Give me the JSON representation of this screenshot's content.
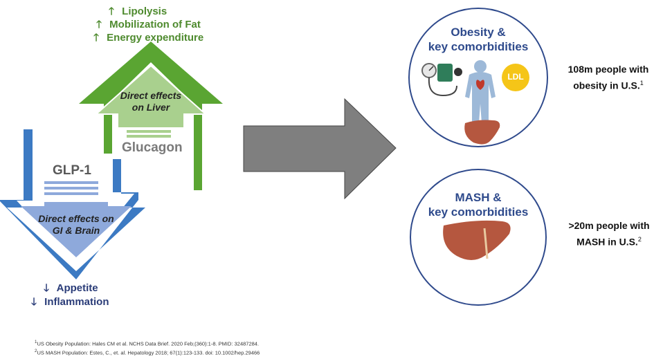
{
  "glucagon_effects": [
    {
      "direction": "up",
      "arrow": "🡑",
      "label": "Lipolysis"
    },
    {
      "direction": "up",
      "arrow": "🡑",
      "label": "Mobilization of Fat"
    },
    {
      "direction": "up",
      "arrow": "🡑",
      "label": "Energy expenditure"
    }
  ],
  "glucagon_box": {
    "line1": "Direct effects",
    "line2": "on Liver",
    "hormone": "Glucagon"
  },
  "glp1_box": {
    "hormone": "GLP-1",
    "line1": "Direct effects on",
    "line2": "GI & Brain"
  },
  "glp1_effects": [
    {
      "direction": "down",
      "arrow": "🡓",
      "label": "Appetite"
    },
    {
      "direction": "down",
      "arrow": "🡓",
      "label": "Inflammation"
    }
  ],
  "circles": [
    {
      "title_line1": "Obesity &",
      "title_line2": "key comorbidities",
      "badge": "LDL",
      "stat_line1": "108m people with",
      "stat_line2": "obesity in U.S.",
      "stat_sup": "1"
    },
    {
      "title_line1": "MASH &",
      "title_line2": "key comorbidities",
      "stat_line1": ">20m people with",
      "stat_line2": "MASH in U.S.",
      "stat_sup": "2"
    }
  ],
  "references": [
    {
      "sup": "1",
      "text": "US Obesity Population: Hales CM et al. NCHS Data Brief. 2020 Feb;(360):1-8. PMID: 32487284."
    },
    {
      "sup": "2",
      "text": "US MASH Population: Estes, C., et. al. Hepatology 2018; 67(1):123-133. doi: 10.1002/hep.29466"
    }
  ],
  "colors": {
    "green": "#5aa532",
    "blue": "#3c7ac3",
    "navy": "#2a3c78",
    "gray_arrow": "#7f7f7f",
    "circle_border": "#2f4a8c"
  }
}
